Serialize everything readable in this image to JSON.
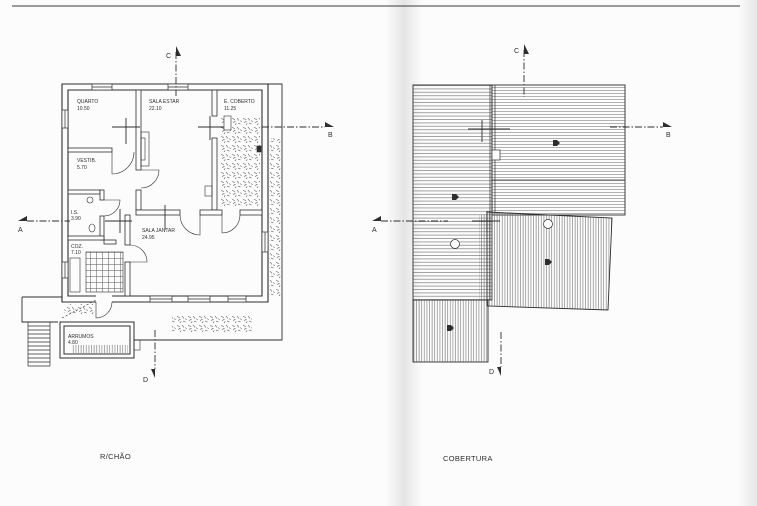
{
  "colors": {
    "ink": "#2e2e2e",
    "paper": "#fcfcfc"
  },
  "ground_floor": {
    "caption": "R/CHÃO",
    "section_marks": {
      "a": "A",
      "b": "B",
      "c": "C",
      "d": "D"
    },
    "rooms": [
      {
        "name": "QUARTO",
        "area": "10.50"
      },
      {
        "name": "SALA ESTAR",
        "area": "22.10"
      },
      {
        "name": "E. COBERTO",
        "area": "11.25"
      },
      {
        "name": "VESTIB.",
        "area": "5.70"
      },
      {
        "name": "I.S.",
        "area": "3.90"
      },
      {
        "name": "COZ.",
        "area": "7.10"
      },
      {
        "name": "SALA JANTAR",
        "area": "24.95"
      },
      {
        "name": "ARRUMOS",
        "area": "4.80"
      }
    ]
  },
  "roof": {
    "caption": "COBERTURA",
    "section_marks": {
      "a": "A",
      "b": "B",
      "c": "C",
      "d": "D"
    }
  }
}
